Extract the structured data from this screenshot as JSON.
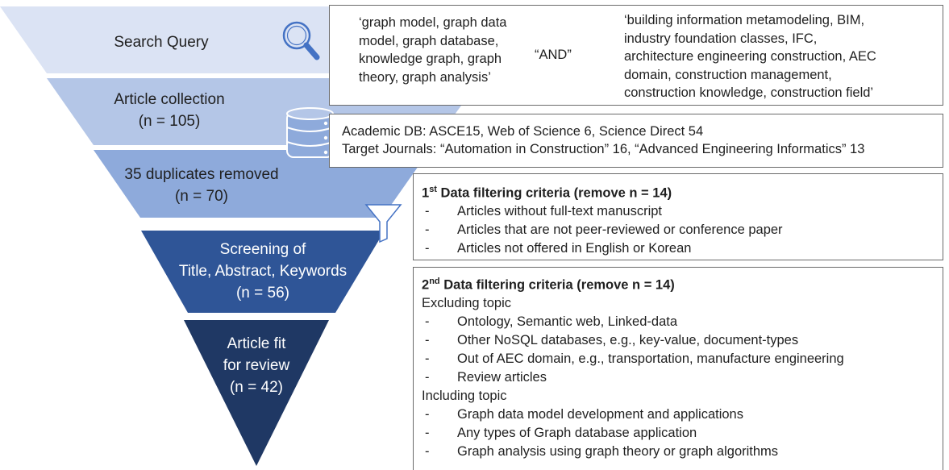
{
  "funnel": {
    "stages": [
      {
        "lines": [
          "Search Query"
        ],
        "text_color": "#1f1f1f"
      },
      {
        "lines": [
          "Article collection",
          "(n = 105)"
        ],
        "text_color": "#1f1f1f"
      },
      {
        "lines": [
          "35 duplicates removed",
          "(n = 70)"
        ],
        "text_color": "#1f1f1f"
      },
      {
        "lines": [
          "Screening of",
          "Title, Abstract, Keywords",
          "(n = 56)"
        ],
        "text_color": "#ffffff"
      },
      {
        "lines": [
          "Article fit",
          "for review",
          "(n = 42)"
        ],
        "text_color": "#ffffff"
      }
    ],
    "colors": [
      "#dbe3f4",
      "#b4c6e7",
      "#8eaadb",
      "#2f5597",
      "#1f3864"
    ]
  },
  "search_query": {
    "group_1": [
      "‘graph model, graph data",
      "model, graph database,",
      "knowledge graph, graph",
      "theory, graph analysis’"
    ],
    "operator": "“AND”",
    "group_2": [
      "‘building information metamodeling, BIM,",
      "industry foundation classes, IFC,",
      "architecture engineering construction, AEC",
      "domain, construction management,",
      "construction knowledge, construction field’"
    ]
  },
  "collection": {
    "line_1": "Academic DB:  ASCE15, Web of Science 6, Science Direct 54",
    "line_2": "Target Journals: “Automation in Construction” 16, “Advanced Engineering Informatics” 13"
  },
  "criteria_1": {
    "title_pre": "1",
    "title_sup": "st",
    "title_post": " Data filtering criteria (remove n = 14)",
    "items": [
      "Articles without full-text manuscript",
      "Articles that are not peer-reviewed or conference paper",
      "Articles not offered in English or Korean"
    ]
  },
  "criteria_2": {
    "title_pre": "2",
    "title_sup": "nd",
    "title_post": " Data filtering criteria (remove n = 14)",
    "excluding_heading": "Excluding topic",
    "excluding": [
      "Ontology, Semantic web, Linked-data",
      "Other NoSQL databases, e.g., key-value, document-types",
      "Out of AEC domain, e.g., transportation, manufacture engineering",
      "Review articles"
    ],
    "including_heading": "Including topic",
    "including": [
      "Graph data model development and applications",
      "Any types of Graph database application",
      "Graph analysis using graph theory or graph algorithms"
    ],
    "dash": "-"
  },
  "icons": [
    "search-icon",
    "database-icon",
    "filter-icon"
  ]
}
